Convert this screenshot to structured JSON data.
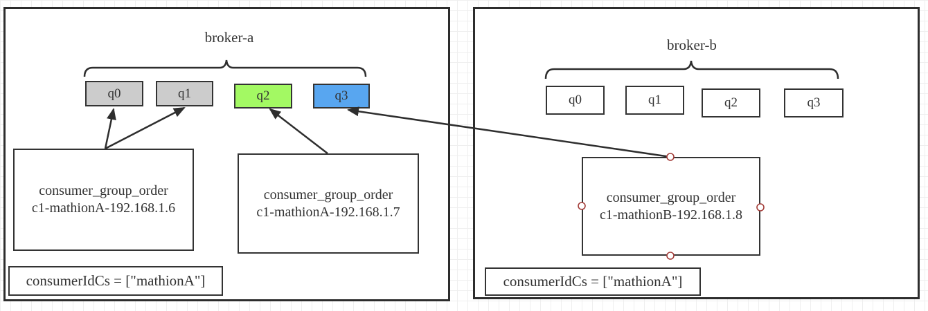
{
  "canvas": {
    "grid_color": "#efefef",
    "stroke_color": "#2e2e2e",
    "text_color": "#333333"
  },
  "brokers": [
    {
      "title": "broker-a",
      "queues": [
        {
          "label": "q0",
          "fill": "#cccccc"
        },
        {
          "label": "q1",
          "fill": "#cccccc"
        },
        {
          "label": "q2",
          "fill": "#a3f963"
        },
        {
          "label": "q3",
          "fill": "#58a6f0"
        }
      ],
      "consumers": [
        {
          "line1": "consumer_group_order",
          "line2": "c1-mathionA-192.168.1.6"
        },
        {
          "line1": "consumer_group_order",
          "line2": "c1-mathionA-192.168.1.7"
        }
      ],
      "note": "consumerIdCs = [\"mathionA\"]"
    },
    {
      "title": "broker-b",
      "queues": [
        {
          "label": "q0",
          "fill": "#ffffff"
        },
        {
          "label": "q1",
          "fill": "#ffffff"
        },
        {
          "label": "q2",
          "fill": "#ffffff"
        },
        {
          "label": "q3",
          "fill": "#ffffff"
        }
      ],
      "consumers": [
        {
          "line1": "consumer_group_order",
          "line2": "c1-mathionB-192.168.1.8"
        }
      ],
      "note": "consumerIdCs = [\"mathionA\"]"
    }
  ],
  "handle_color": "#a33c38"
}
